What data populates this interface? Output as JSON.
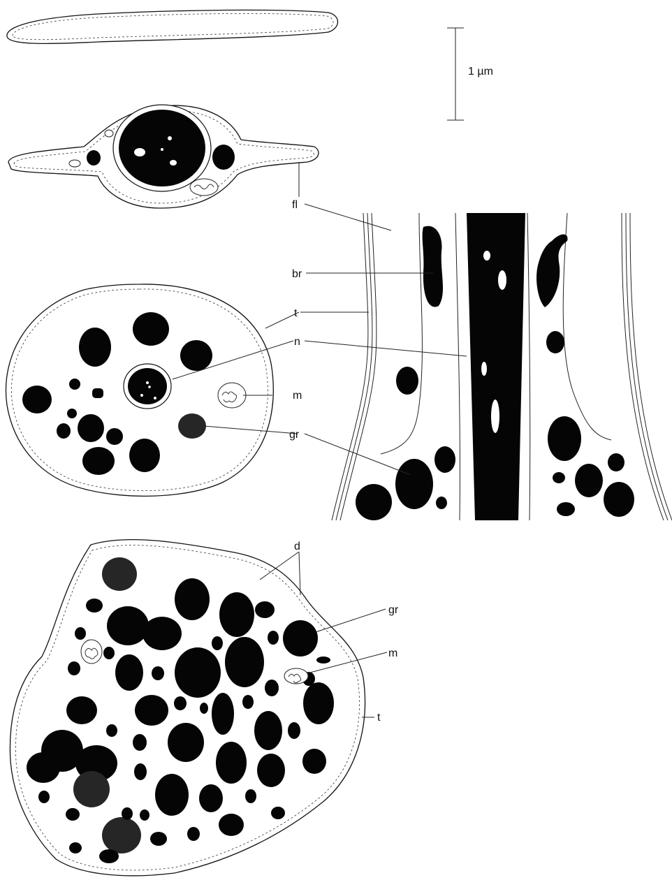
{
  "scale_bar": {
    "label": "1 µm"
  },
  "labels": {
    "fl": "fl",
    "br": "br",
    "t": "t",
    "n": "n",
    "m": "m",
    "gr": "gr",
    "d": "d",
    "gr2": "gr",
    "m2": "m",
    "t2": "t"
  },
  "colors": {
    "ink": "#050505",
    "granule_grey": "#262626",
    "paper": "#ffffff"
  }
}
